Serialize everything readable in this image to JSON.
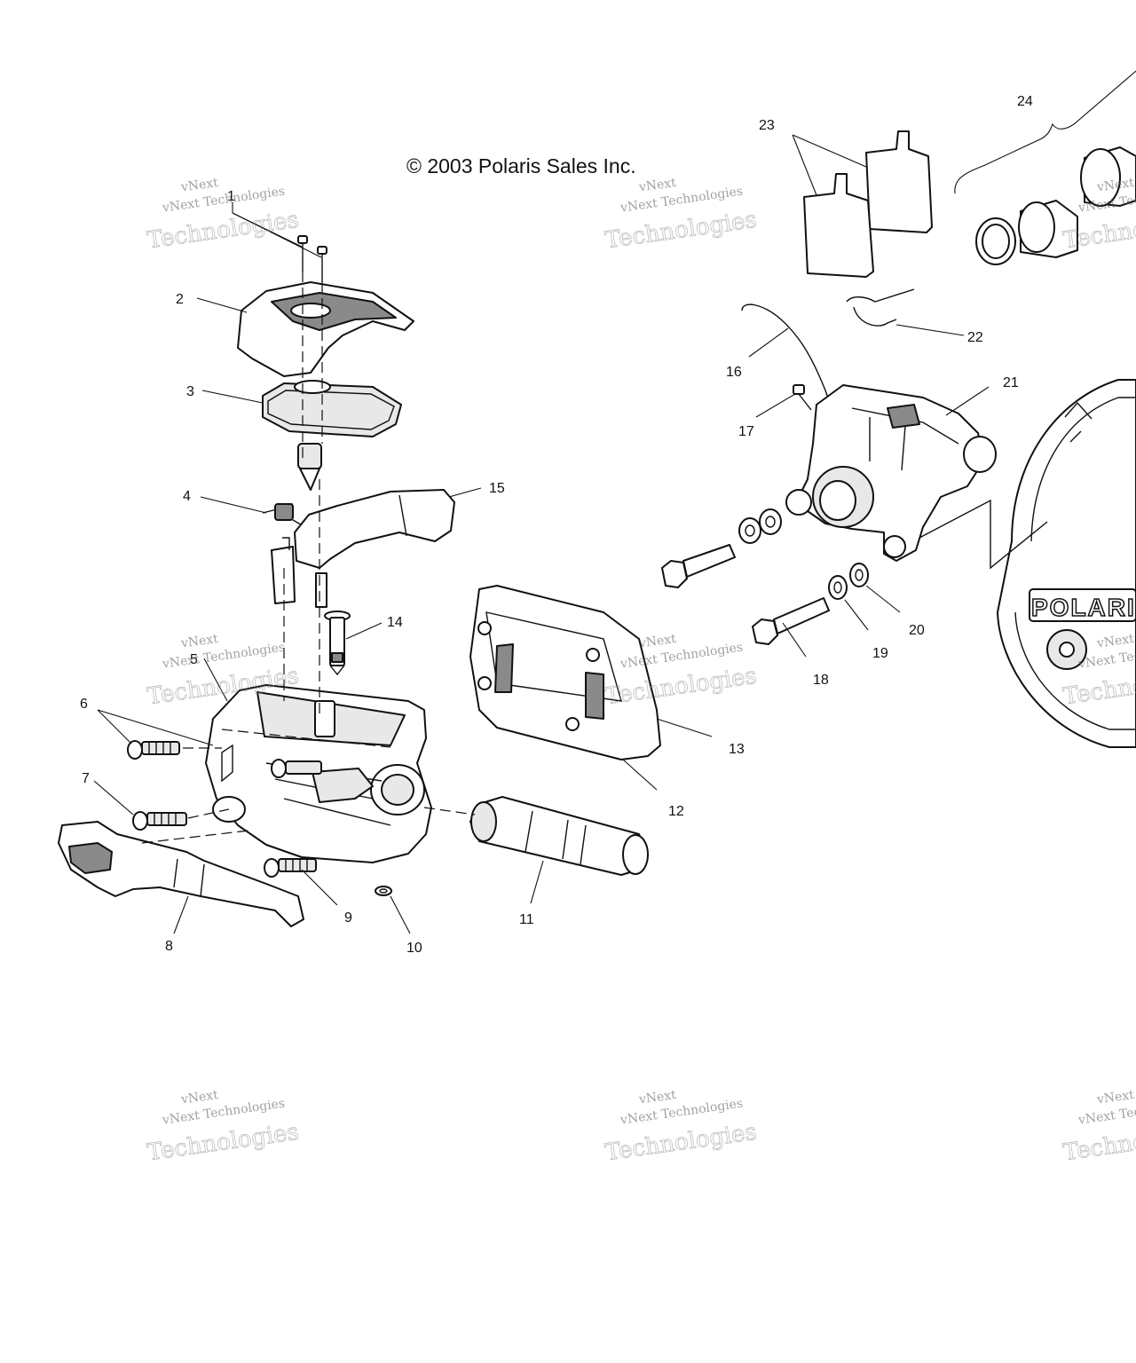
{
  "copyright": "© 2003 Polaris Sales Inc.",
  "brand_logo_text": "POLARIS",
  "watermark": {
    "line1": "vNext Technologies",
    "line2": "Technologies",
    "small": "vNext"
  },
  "callouts": [
    "1",
    "2",
    "3",
    "4",
    "5",
    "6",
    "7",
    "8",
    "9",
    "10",
    "11",
    "12",
    "13",
    "14",
    "15",
    "16",
    "17",
    "18",
    "19",
    "20",
    "21",
    "22",
    "23",
    "24"
  ]
}
